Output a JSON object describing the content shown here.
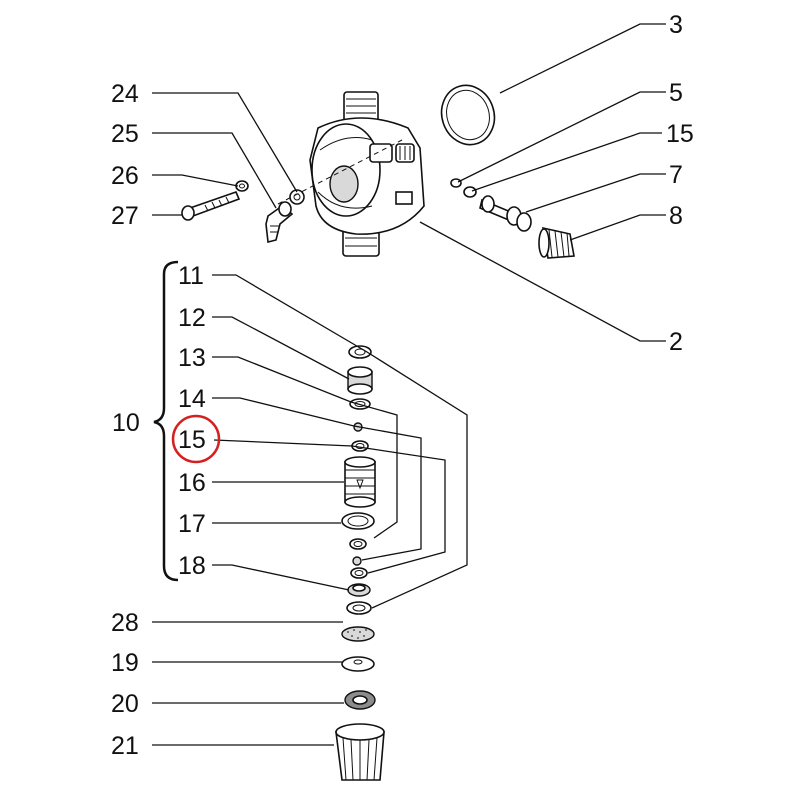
{
  "callouts": {
    "c2": "2",
    "c3": "3",
    "c5": "5",
    "c7": "7",
    "c8": "8",
    "c10": "10",
    "c11": "11",
    "c12": "12",
    "c13": "13",
    "c14": "14",
    "c15_top": "15",
    "c15_highlight": "15",
    "c16": "16",
    "c17": "17",
    "c18": "18",
    "c19": "19",
    "c20": "20",
    "c21": "21",
    "c24": "24",
    "c25": "25",
    "c26": "26",
    "c27": "27",
    "c28": "28"
  },
  "colors": {
    "line": "#111111",
    "highlight": "#d42020",
    "part_fill": "#ffffff",
    "part_shade": "#d9d9d9"
  }
}
